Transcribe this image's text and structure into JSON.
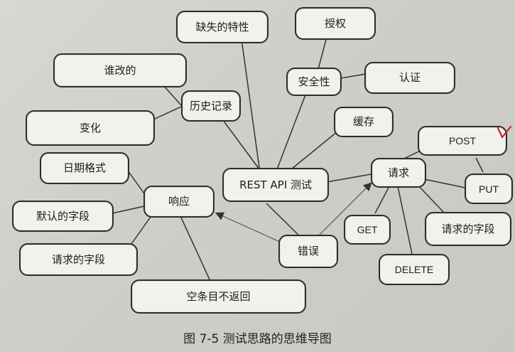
{
  "title": "REST API 测试",
  "caption": "图 7-5    测试思路的思维导图",
  "colors": {
    "paper": "#d4d4cf",
    "ink": "#2d2d2d",
    "node_fill": "#f1f1ed",
    "check_mark": "#d11f1f"
  },
  "nodes": {
    "center": "REST API 测试",
    "missing": "缺失的特性",
    "auth": "授权",
    "security": "安全性",
    "authn": "认证",
    "history": "历史记录",
    "who_changed": "谁改的",
    "change": "变化",
    "cache": "缓存",
    "request": "请求",
    "post": "POST",
    "put": "PUT",
    "req_fields": "请求的字段",
    "get": "GET",
    "delete": "DELETE",
    "error": "错误",
    "response": "响应",
    "date_format": "日期格式",
    "default_fields": "默认的字段",
    "resp_req_fields": "请求的字段",
    "empty_not_return": "空条目不返回"
  }
}
